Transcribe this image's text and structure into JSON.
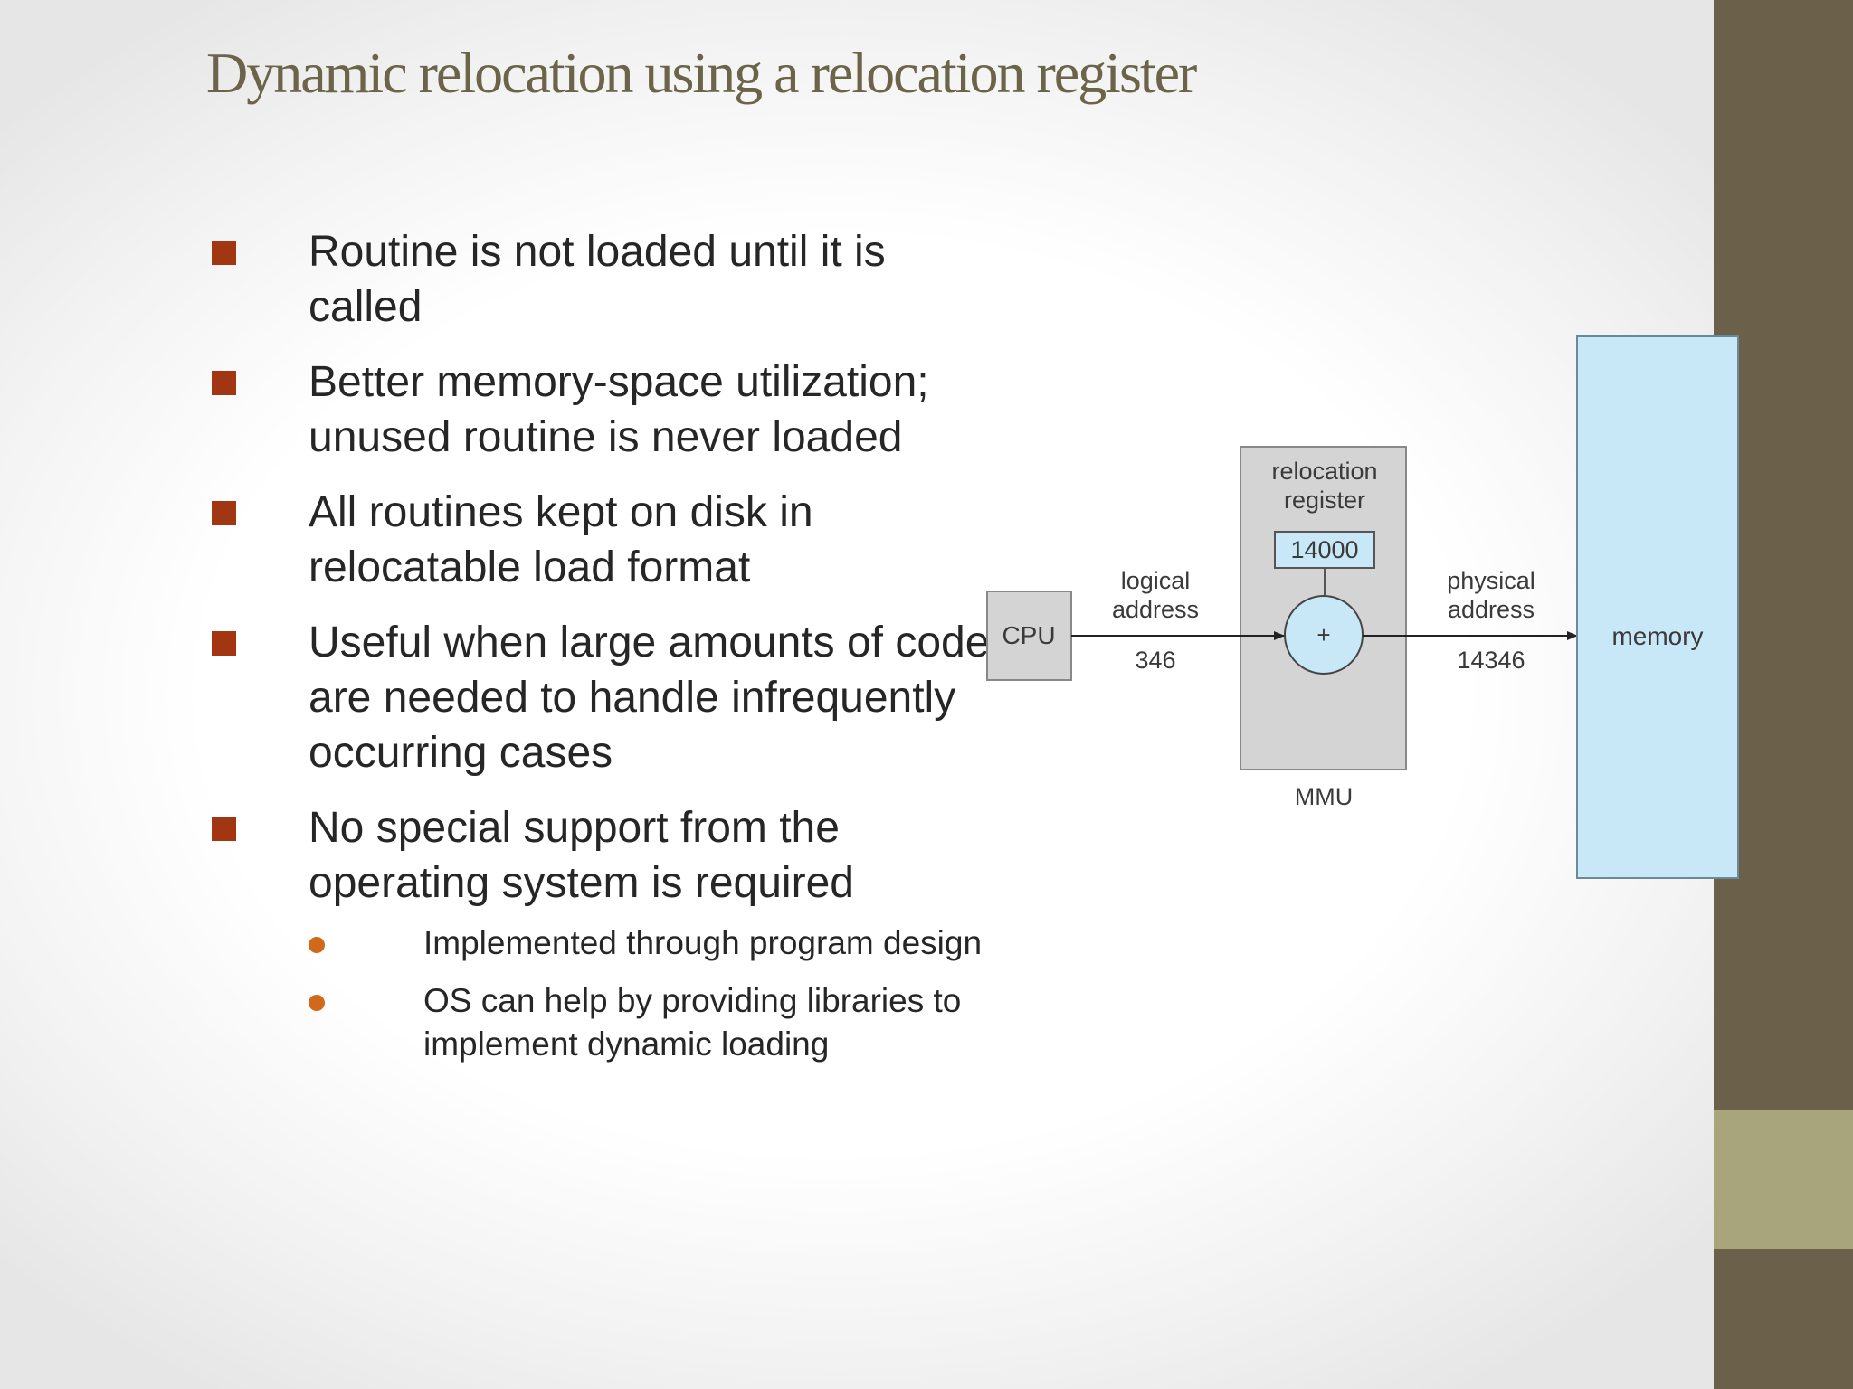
{
  "slide": {
    "title": "Dynamic relocation using a relocation register",
    "bullets": [
      "Routine is not loaded until it is called",
      "Better memory-space utilization; unused routine is never loaded",
      "All routines kept on disk in relocatable load format",
      "Useful when large amounts of code are needed to handle infrequently occurring cases",
      "No special support from the operating system is required"
    ],
    "subbullets": [
      "Implemented through program design",
      "OS can help by providing libraries to implement dynamic loading"
    ]
  },
  "diagram": {
    "cpu_label": "CPU",
    "logical_address_label_1": "logical",
    "logical_address_label_2": "address",
    "logical_address_value": "346",
    "relocation_register_label_1": "relocation",
    "relocation_register_label_2": "register",
    "relocation_register_value": "14000",
    "adder_symbol": "+",
    "mmu_label": "MMU",
    "physical_address_label_1": "physical",
    "physical_address_label_2": "address",
    "physical_address_value": "14346",
    "memory_label": "memory",
    "colors": {
      "box_gray": "#d4d4d4",
      "memory_blue": "#c9e8f7",
      "accent_brown": "#6b604a",
      "accent_tan": "#a8a47c",
      "bullet_red": "#a33612",
      "subbullet_orange": "#d1691b"
    }
  }
}
